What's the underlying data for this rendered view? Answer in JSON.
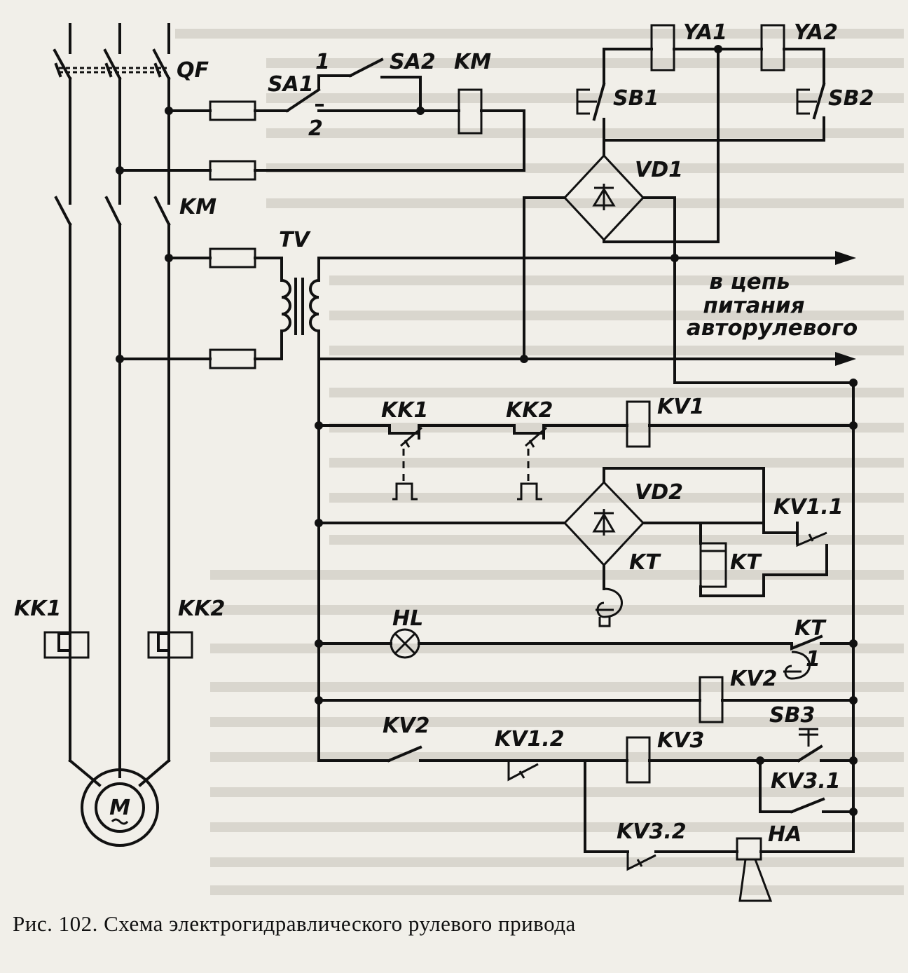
{
  "caption": "Рис. 102. Схема электрогидравлического рулевого привода",
  "labels": {
    "qf": "QF",
    "sa1": "SA1",
    "sa_pos1": "1",
    "sa_pos2": "2",
    "sa2": "SA2",
    "km_coil": "KM",
    "ya1": "YA1",
    "ya2": "YA2",
    "sb1": "SB1",
    "sb2": "SB2",
    "vd1": "VD1",
    "km_contacts": "KM",
    "tv": "TV",
    "output_line1": "в цепь",
    "output_line2": "питания",
    "output_line3": "авторулевого",
    "kk1_contact": "KK1",
    "kk2_contact": "KK2",
    "kv1": "KV1",
    "vd2": "VD2",
    "kv1_1": "KV1.1",
    "kt_contact": "KT",
    "kt_coil": "KT",
    "kt_contact2": "KT",
    "kt_contact2_index": "1",
    "hl": "HL",
    "kv2_coil": "KV2",
    "sb3": "SB3",
    "kv2_contact": "KV2",
    "kv1_2": "KV1.2",
    "kv3": "KV3",
    "kv3_1": "KV3.1",
    "kv3_2": "KV3.2",
    "ha": "HA",
    "kk1_relay": "KK1",
    "kk2_relay": "KK2",
    "motor": "M"
  }
}
